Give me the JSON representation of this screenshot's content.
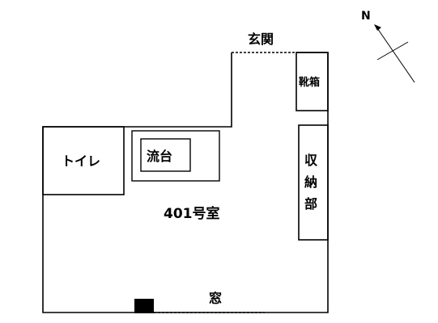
{
  "floorplan": {
    "compass_label": "N",
    "room_label": "401号室",
    "entrance_label": "玄関",
    "shoe_box_label": "靴箱",
    "storage_label_lines": [
      "収",
      "納",
      "部"
    ],
    "toilet_label": "トイレ",
    "sink_label": "流台",
    "window_label": "窓"
  }
}
